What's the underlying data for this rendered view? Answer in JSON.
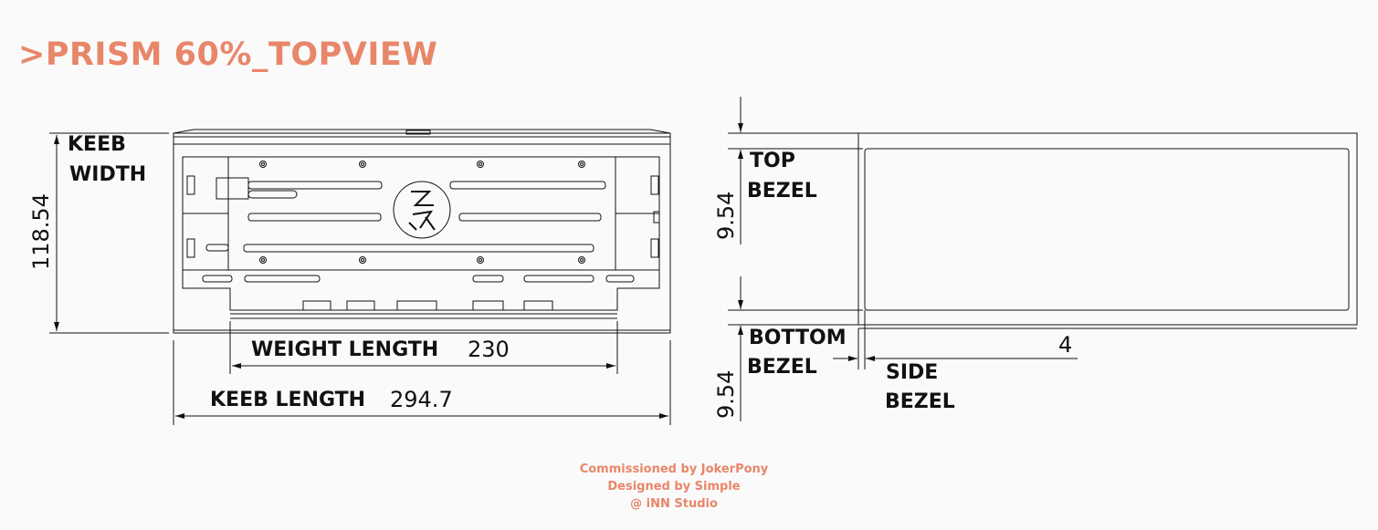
{
  "title": ">PRISM 60%_TOPVIEW",
  "labels": {
    "keeb_width": [
      "KEEB",
      "WIDTH"
    ],
    "weight_length": "WEIGHT LENGTH",
    "keeb_length": "KEEB LENGTH",
    "top_bezel": [
      "TOP",
      "BEZEL"
    ],
    "bottom_bezel": [
      "BOTTOM",
      "BEZEL"
    ],
    "side_bezel": [
      "SIDE",
      "BEZEL"
    ]
  },
  "dimensions": {
    "keeb_width": "118.54",
    "weight_length": "230",
    "keeb_length": "294.7",
    "top_bezel": "9.54",
    "bottom_bezel": "9.54",
    "side_bezel": "4"
  },
  "credits": [
    "Commissioned by JokerPony",
    "Designed by Simple",
    "@ iNN Studio"
  ],
  "colors": {
    "accent": "#e8866a",
    "line": "#111111",
    "background": "#fafafa"
  }
}
